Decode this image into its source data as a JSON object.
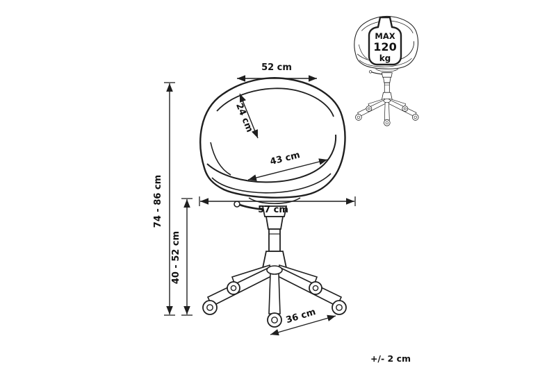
{
  "diagram": {
    "title": "office-chair-dimension-diagram",
    "colors": {
      "line": "#1f1f1f",
      "background": "#ffffff"
    },
    "dimensions": {
      "seat_width": "52 cm",
      "backrest_depth": "24 cm",
      "seat_depth": "43 cm",
      "overall_width": "57 cm",
      "total_height": "74 - 86 cm",
      "lift_height": "40 - 52 cm",
      "base_width": "36 cm"
    },
    "max_load": {
      "line1": "MAX",
      "line2": "120",
      "line3": "kg"
    },
    "tolerance": "+/- 2 cm"
  }
}
